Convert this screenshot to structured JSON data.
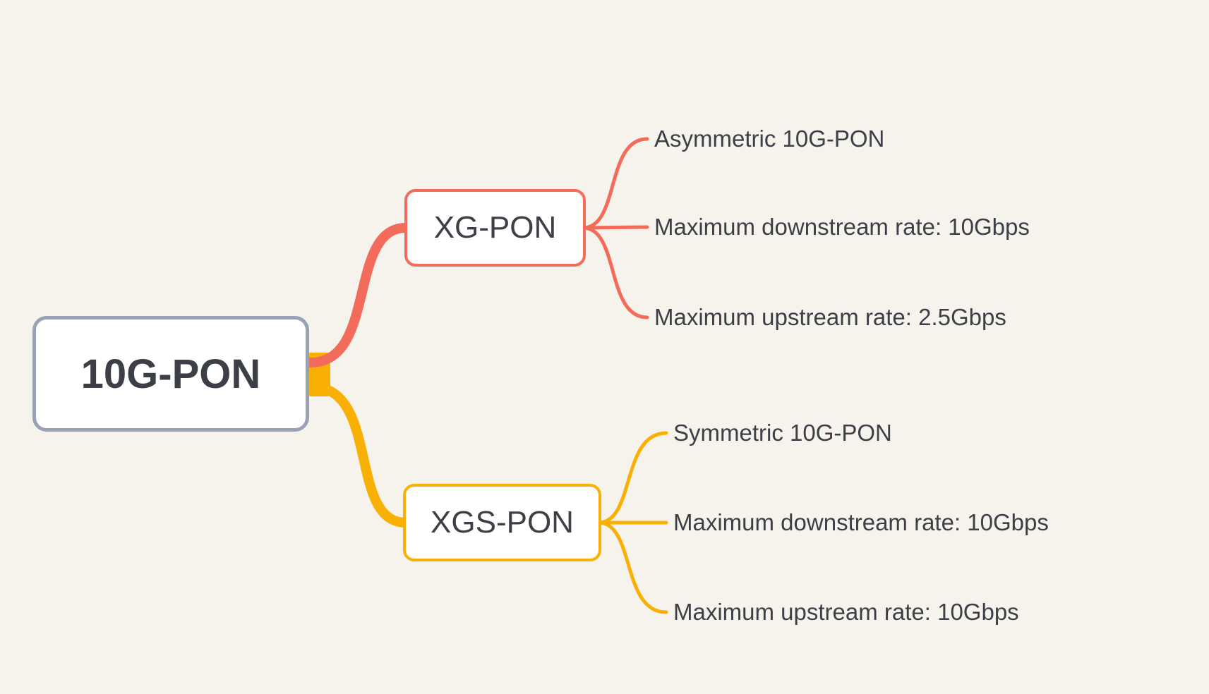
{
  "canvas": {
    "bg": "#f6f3ec",
    "text_color": "#3c3f45"
  },
  "root": {
    "label": "10G-PON",
    "border_color": "#99a2b4"
  },
  "branches": [
    {
      "id": "xg-pon",
      "label": "XG-PON",
      "color": "#f26b5b",
      "children": [
        "Asymmetric 10G-PON",
        "Maximum downstream rate: 10Gbps",
        "Maximum upstream rate: 2.5Gbps"
      ]
    },
    {
      "id": "xgs-pon",
      "label": "XGS-PON",
      "color": "#f9b005",
      "children": [
        "Symmetric 10G-PON",
        "Maximum downstream rate: 10Gbps",
        "Maximum upstream rate: 10Gbps"
      ]
    }
  ]
}
